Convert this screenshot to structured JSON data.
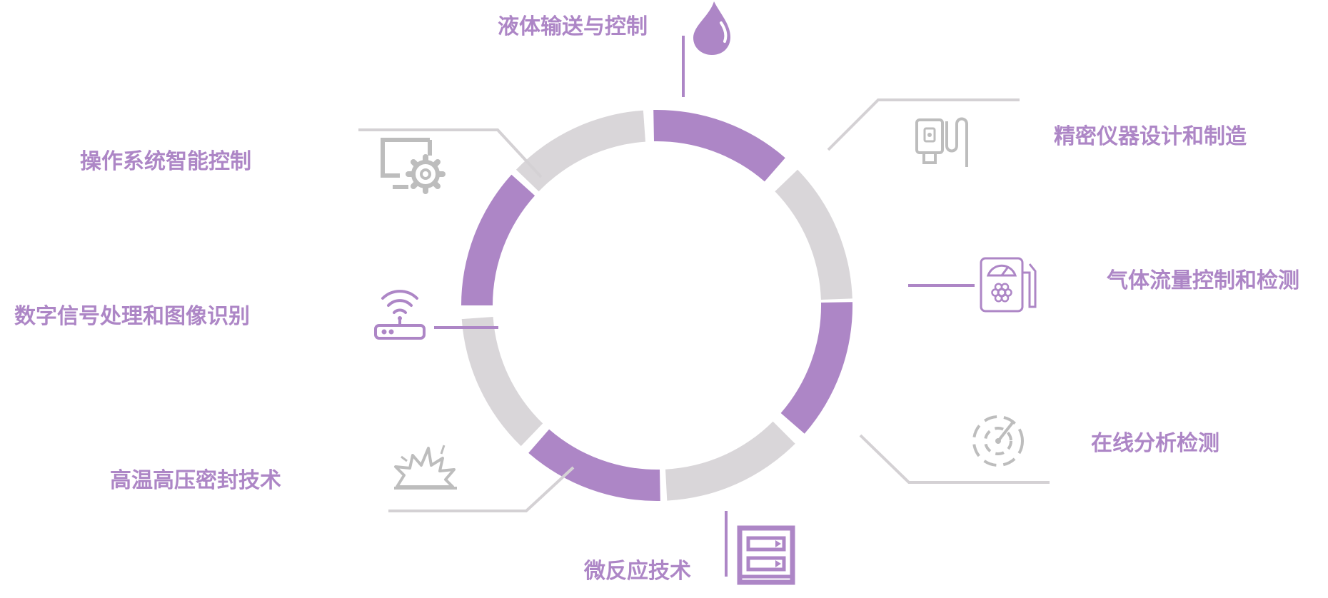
{
  "colors": {
    "accent": "#ad86c6",
    "muted": "#d9d6d9",
    "muted_line": "#d4d1d4",
    "icon_gray": "#bdbdbd",
    "label": "#ad86c6"
  },
  "items": [
    {
      "id": "liquid",
      "label": "液体输送与控制",
      "icon": "droplet-icon",
      "highlight": true
    },
    {
      "id": "precision",
      "label": "精密仪器设计和制造",
      "icon": "instrument-icon",
      "highlight": false
    },
    {
      "id": "gasflow",
      "label": "气体流量控制和检测",
      "icon": "gas-meter-icon",
      "highlight": true
    },
    {
      "id": "online",
      "label": "在线分析检测",
      "icon": "radar-icon",
      "highlight": false
    },
    {
      "id": "micro",
      "label": "微反应技术",
      "icon": "micro-reactor-icon",
      "highlight": true
    },
    {
      "id": "seal",
      "label": "高温高压密封技术",
      "icon": "burst-icon",
      "highlight": false
    },
    {
      "id": "dsp",
      "label": "数字信号处理和图像识别",
      "icon": "wifi-router-icon",
      "highlight": true
    },
    {
      "id": "os",
      "label": "操作系统智能控制",
      "icon": "monitor-gear-icon",
      "highlight": false
    }
  ]
}
